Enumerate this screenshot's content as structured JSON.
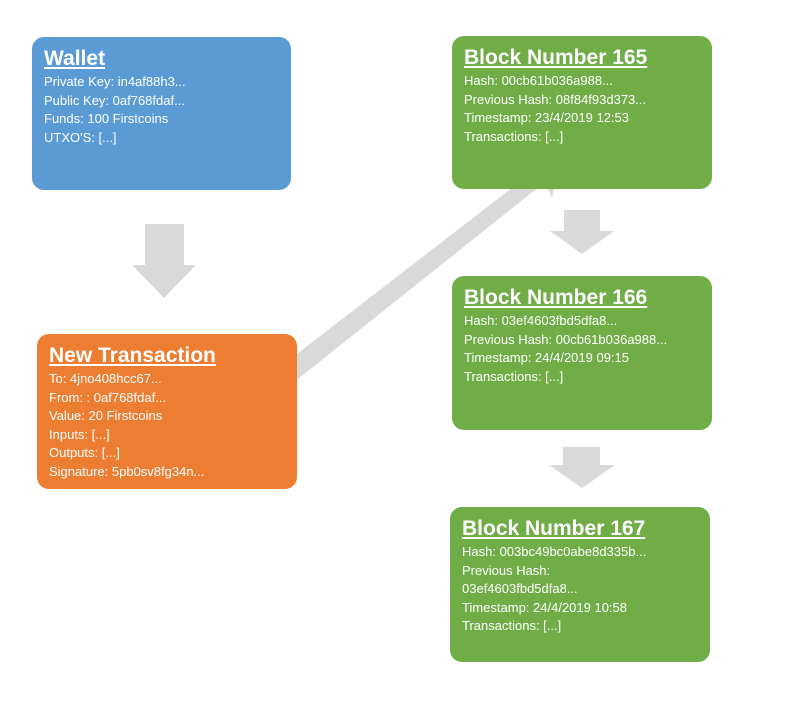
{
  "colors": {
    "wallet": "#5b9bd5",
    "transaction": "#ed7d31",
    "block": "#70ad47",
    "arrow": "#d9d9d9"
  },
  "wallet": {
    "title": "Wallet",
    "lines": [
      "Private Key: in4af88h3...",
      "Public Key: 0af768fdaf...",
      "Funds: 100 Firstcoins",
      "UTXO'S: [...]"
    ]
  },
  "transaction": {
    "title": "New Transaction",
    "lines": [
      "To: 4jno408hcc67...",
      "From: : 0af768fdaf...",
      "Value: 20 Firstcoins",
      "Inputs: [...]",
      "Outputs: [...]",
      "Signature: 5pb0sv8fg34n..."
    ]
  },
  "blocks": [
    {
      "title": "Block Number 165",
      "lines": [
        "Hash: 00cb61b036a988...",
        "Previous Hash: 08f84f93d373...",
        "Timestamp: 23/4/2019 12:53",
        "Transactions: [...]"
      ]
    },
    {
      "title": "Block Number 166",
      "lines": [
        "Hash: 03ef4603fbd5dfa8...",
        "Previous Hash: 00cb61b036a988...",
        "Timestamp: 24/4/2019 09:15",
        "Transactions: [...]"
      ]
    },
    {
      "title": "Block Number 167",
      "lines": [
        "Hash: 003bc49bc0abe8d335b...",
        "Previous Hash:",
        "03ef4603fbd5dfa8...",
        "Timestamp: 24/4/2019 10:58",
        "Transactions: [...]"
      ]
    }
  ]
}
